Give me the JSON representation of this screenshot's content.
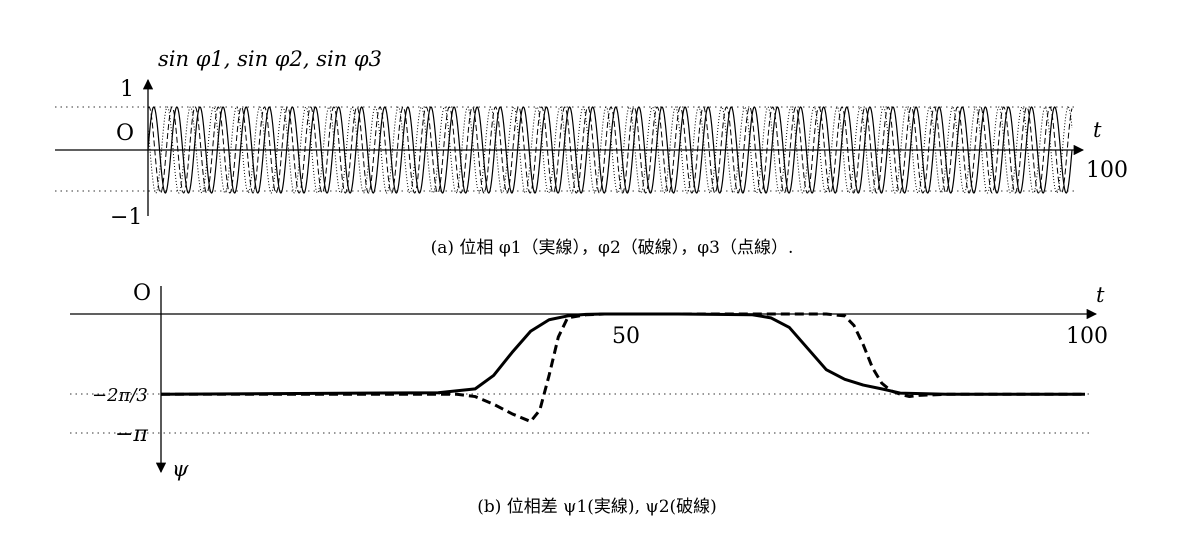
{
  "chart_data": [
    {
      "type": "line",
      "caption": "(a) 位相 φ1（実線），φ2（破線），φ3（点線）.",
      "ylabel": "sin φ1, sin φ2, sin φ3",
      "xlabel": "t",
      "origin_label": "O",
      "xlim": [
        0,
        100
      ],
      "ylim": [
        -1,
        1
      ],
      "x_tick_labels": [
        "100"
      ],
      "y_tick_labels": [
        "1",
        "−1"
      ],
      "series": [
        {
          "style": "solid",
          "cycles": 40
        },
        {
          "style": "dashed",
          "cycles": 40
        },
        {
          "style": "dotted",
          "cycles": 40
        }
      ],
      "grid": false
    },
    {
      "type": "line",
      "caption": "(b) 位相差 ψ1(実線), ψ2(破線)",
      "ylabel": "ψ",
      "xlabel": "t",
      "origin_label": "O",
      "xlim": [
        0,
        100
      ],
      "y_tick_labels": [
        "−2π/3",
        "−π"
      ],
      "x_tick_labels": [
        "50",
        "100"
      ],
      "series": [
        {
          "style": "solid",
          "x": [
            0,
            30,
            34,
            36,
            38,
            40,
            42,
            44,
            46,
            48,
            56,
            64,
            66,
            68,
            70,
            72,
            74,
            76,
            78,
            80,
            85,
            100
          ],
          "y": [
            -2.09,
            -2.05,
            -1.95,
            -1.6,
            -1.0,
            -0.45,
            -0.15,
            -0.05,
            -0.01,
            0,
            0,
            -0.02,
            -0.1,
            -0.35,
            -0.9,
            -1.45,
            -1.7,
            -1.85,
            -1.95,
            -2.06,
            -2.09,
            -2.09
          ]
        },
        {
          "style": "dashed",
          "x": [
            0,
            32,
            34,
            36,
            38,
            40,
            41,
            42,
            43,
            44,
            46,
            48,
            72,
            74,
            75,
            76,
            77,
            78,
            79,
            80,
            81,
            82,
            85,
            100
          ],
          "y": [
            -2.09,
            -2.09,
            -2.15,
            -2.35,
            -2.6,
            -2.8,
            -2.5,
            -1.6,
            -0.6,
            -0.1,
            -0.02,
            0,
            0,
            -0.05,
            -0.3,
            -0.8,
            -1.4,
            -1.8,
            -2.0,
            -2.09,
            -2.15,
            -2.12,
            -2.09,
            -2.09
          ]
        }
      ],
      "grid": false
    }
  ]
}
